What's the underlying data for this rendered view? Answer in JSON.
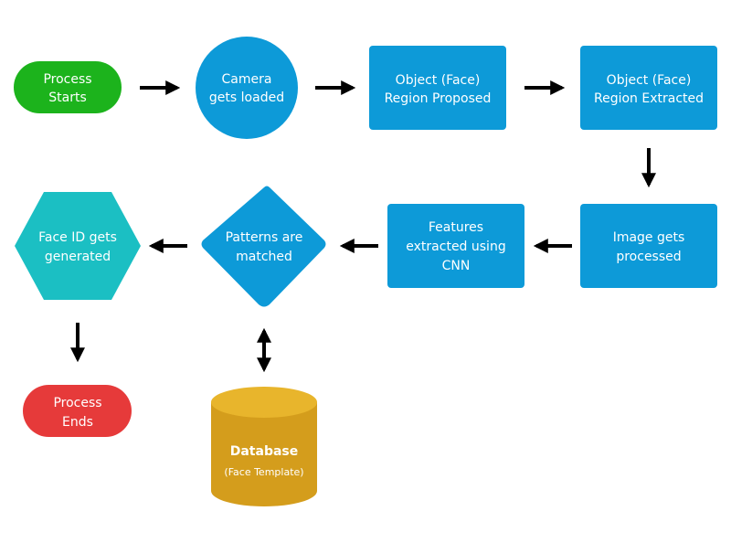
{
  "colors": {
    "start": "#1cb31c",
    "end": "#e63a3a",
    "process": "#0d9ad8",
    "hexagon": "#1bbfc3",
    "database": "#d49d1c",
    "database_top": "#e8b52c",
    "arrow": "#000000"
  },
  "nodes": {
    "process_starts": {
      "line1": "Process",
      "line2": "Starts"
    },
    "camera": {
      "line1": "Camera",
      "line2": "gets loaded"
    },
    "region_proposed": {
      "line1": "Object (Face)",
      "line2": "Region Proposed"
    },
    "region_extracted": {
      "line1": "Object (Face)",
      "line2": "Region Extracted"
    },
    "image_processed": {
      "line1": "Image gets",
      "line2": "processed"
    },
    "features": {
      "line1": "Features",
      "line2": "extracted using",
      "line3": "CNN"
    },
    "patterns": {
      "line1": "Patterns are",
      "line2": "matched"
    },
    "face_id": {
      "line1": "Face ID gets",
      "line2": "generated"
    },
    "process_ends": {
      "line1": "Process",
      "line2": "Ends"
    },
    "database": {
      "line1": "Database",
      "line2": "(Face Template)"
    }
  }
}
